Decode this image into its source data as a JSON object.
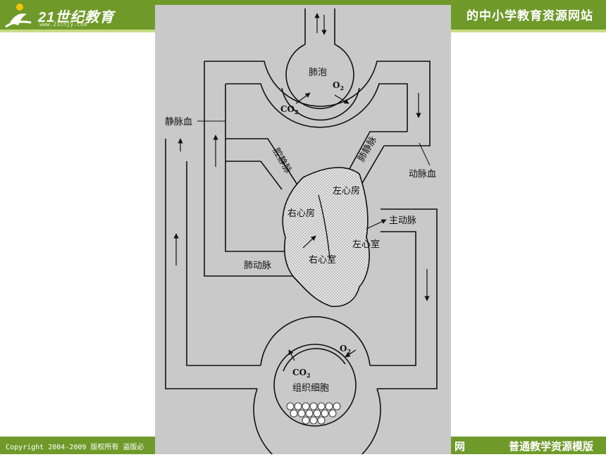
{
  "header": {
    "logo_text": "21世纪教育",
    "logo_url": "www.21cnjy.com",
    "slogan": "的中小学教育资源网站"
  },
  "footer": {
    "copyright": "Copyright 2004-2009 版权所有 盗版必",
    "site_suffix": "网",
    "template_name": "普通教学资源模版"
  },
  "diagram": {
    "alveolus": "肺泡",
    "o2_top": "O",
    "o2_top_sub": "2",
    "co2_top": "CO",
    "co2_top_sub": "2",
    "venous_blood": "静脉血",
    "arterial_blood": "动脉血",
    "vena_cava": "腔静脉",
    "pulmonary_vein": "肺静脉",
    "left_atrium": "左心房",
    "right_atrium": "右心房",
    "aorta": "主动脉",
    "left_ventricle": "左心室",
    "right_ventricle": "右心室",
    "pulmonary_artery": "肺动脉",
    "o2_bottom": "O",
    "o2_bottom_sub": "2",
    "co2_bottom": "CO",
    "co2_bottom_sub": "2",
    "tissue_cells": "组织细胞"
  },
  "colors": {
    "band": "#6f9a2a",
    "stripe": "#c9dc86",
    "panel": "#c9c9c9"
  }
}
